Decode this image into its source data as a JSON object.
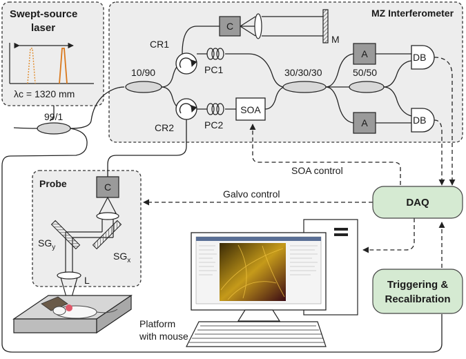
{
  "title": {
    "laser": [
      "Swept-source",
      "laser"
    ],
    "interferometer": "MZ Interferometer",
    "probe": "Probe"
  },
  "labels": {
    "lambda_c": "λc = 1320 mm",
    "split_99_1": "99/1",
    "split_10_90": "10/90",
    "split_30": "30/30/30",
    "split_50": "50/50",
    "cr1": "CR1",
    "cr2": "CR2",
    "pc1": "PC1",
    "pc2": "PC2",
    "soa": "SOA",
    "collimator": "C",
    "mirror": "M",
    "amp": "A",
    "db": "DB",
    "probe_c": "C",
    "sgy": "SG",
    "sgy_sub": "y",
    "sgx": "SG",
    "sgx_sub": "x",
    "lens": "L",
    "platform": [
      "Platform",
      "with mouse"
    ]
  },
  "control": {
    "soa": "SOA control",
    "galvo": "Galvo control"
  },
  "blocks": {
    "daq": "DAQ",
    "trigger": [
      "Triggering &",
      "Recalibration"
    ]
  },
  "colors": {
    "laser_line": "#d9781c",
    "block_fill": "#d5ead2",
    "panel_fill": "#ededed"
  }
}
